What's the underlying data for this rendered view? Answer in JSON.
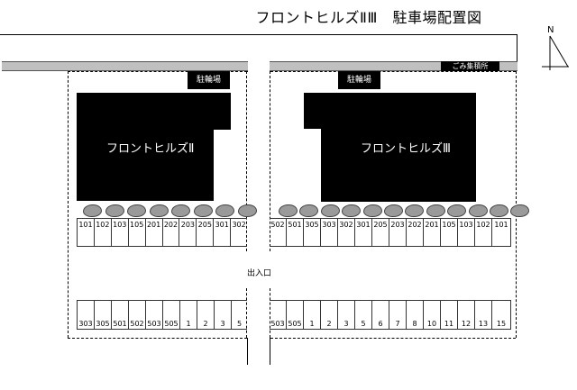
{
  "title": "フロントヒルズⅡⅢ　駐車場配置図",
  "compass": {
    "label": "N",
    "icon": "north-arrow-icon"
  },
  "colors": {
    "building": "#000000",
    "road_bar": "#c0c0c0",
    "shrub": "#9a9a9a",
    "boundary": "#000000"
  },
  "left_lot": {
    "building_name": "フロントヒルズⅡ",
    "bicycle_parking": "駐輪場",
    "shrub_count": 8,
    "top_row_stalls": [
      "101",
      "102",
      "103",
      "105",
      "201",
      "202",
      "203",
      "205",
      "301",
      "302"
    ],
    "bottom_row_stalls": [
      "303",
      "305",
      "501",
      "502",
      "503",
      "505",
      "1",
      "2",
      "3",
      "5"
    ]
  },
  "right_lot": {
    "building_name": "フロントヒルズⅢ",
    "bicycle_parking": "駐輪場",
    "garbage_area": "ごみ集積所",
    "shrub_count": 12,
    "top_row_stalls": [
      "502",
      "501",
      "305",
      "303",
      "302",
      "301",
      "205",
      "203",
      "202",
      "201",
      "105",
      "103",
      "102",
      "101"
    ],
    "bottom_row_stalls": [
      "503",
      "505",
      "1",
      "2",
      "3",
      "5",
      "6",
      "7",
      "8",
      "10",
      "11",
      "12",
      "13",
      "15"
    ]
  },
  "entrance": "出入口"
}
